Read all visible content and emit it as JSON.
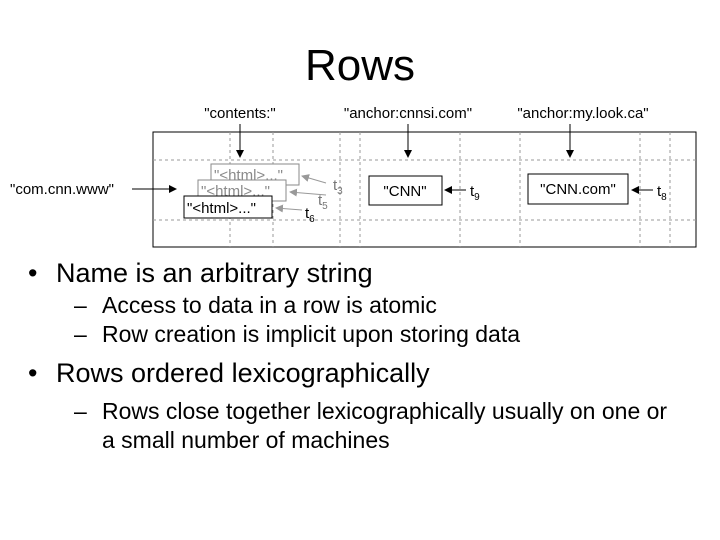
{
  "title": "Rows",
  "diagram": {
    "columns": [
      "\"contents:\"",
      "\"anchor:cnnsi.com\"",
      "\"anchor:my.look.ca\""
    ],
    "row_key": "\"com.cnn.www\"",
    "html_cells": [
      "\"<html>...\"",
      "\"<html>...\"",
      "\"<html>...\""
    ],
    "timestamps": [
      {
        "base": "t",
        "sub": "3"
      },
      {
        "base": "t",
        "sub": "5"
      },
      {
        "base": "t",
        "sub": "6"
      }
    ],
    "cnn_cell": "\"CNN\"",
    "cnn_time": {
      "base": "t",
      "sub": "9"
    },
    "cnncom_cell": "\"CNN.com\"",
    "cnncom_time": {
      "base": "t",
      "sub": "8"
    },
    "colors": {
      "grid": "#999999",
      "stacked_cells": "#8a8a8a"
    }
  },
  "bullets": [
    {
      "text": "Name is an arbitrary string",
      "subs": [
        "Access to data in a row is atomic",
        "Row creation is implicit upon storing data"
      ]
    },
    {
      "text": "Rows ordered lexicographically",
      "subs": [
        "Rows close together lexicographically usually on one or a small number of machines"
      ]
    }
  ]
}
